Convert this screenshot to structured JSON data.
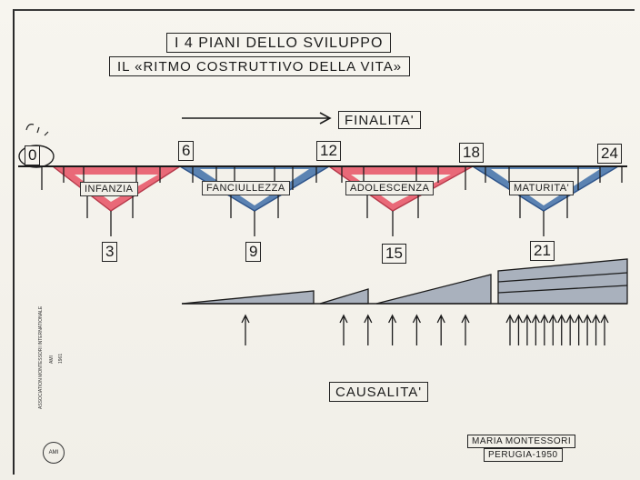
{
  "title": {
    "line1": "I 4 PIANI DELLO SVILUPPO",
    "line2": "IL «RITMO COSTRUTTIVO DELLA VITA»"
  },
  "finalita": "FINALITA'",
  "causalita": "CAUSALITA'",
  "ages_top": [
    "0",
    "6",
    "12",
    "18",
    "24"
  ],
  "ages_bottom": [
    "3",
    "9",
    "15",
    "21"
  ],
  "planes": [
    {
      "label": "INFANZIA",
      "color": "#e85a6c"
    },
    {
      "label": "FANCIULLEZZA",
      "color": "#3f6fa8"
    },
    {
      "label": "ADOLESCENZA",
      "color": "#e85a6c"
    },
    {
      "label": "MATURITA'",
      "color": "#3f6fa8"
    }
  ],
  "arrow_groups": [
    1,
    6,
    12
  ],
  "colors": {
    "wedge_fill": "#a9b1bd",
    "ink": "#1b1b1b"
  },
  "signature": {
    "name": "MARIA MONTESSORI",
    "place": "PERUGIA-1950"
  },
  "side_text": {
    "line1": "ASSOCIATION MONTESSORI INTERNATIONALE",
    "line2": "AMI",
    "line3": "1961"
  },
  "stamp": "AMI"
}
